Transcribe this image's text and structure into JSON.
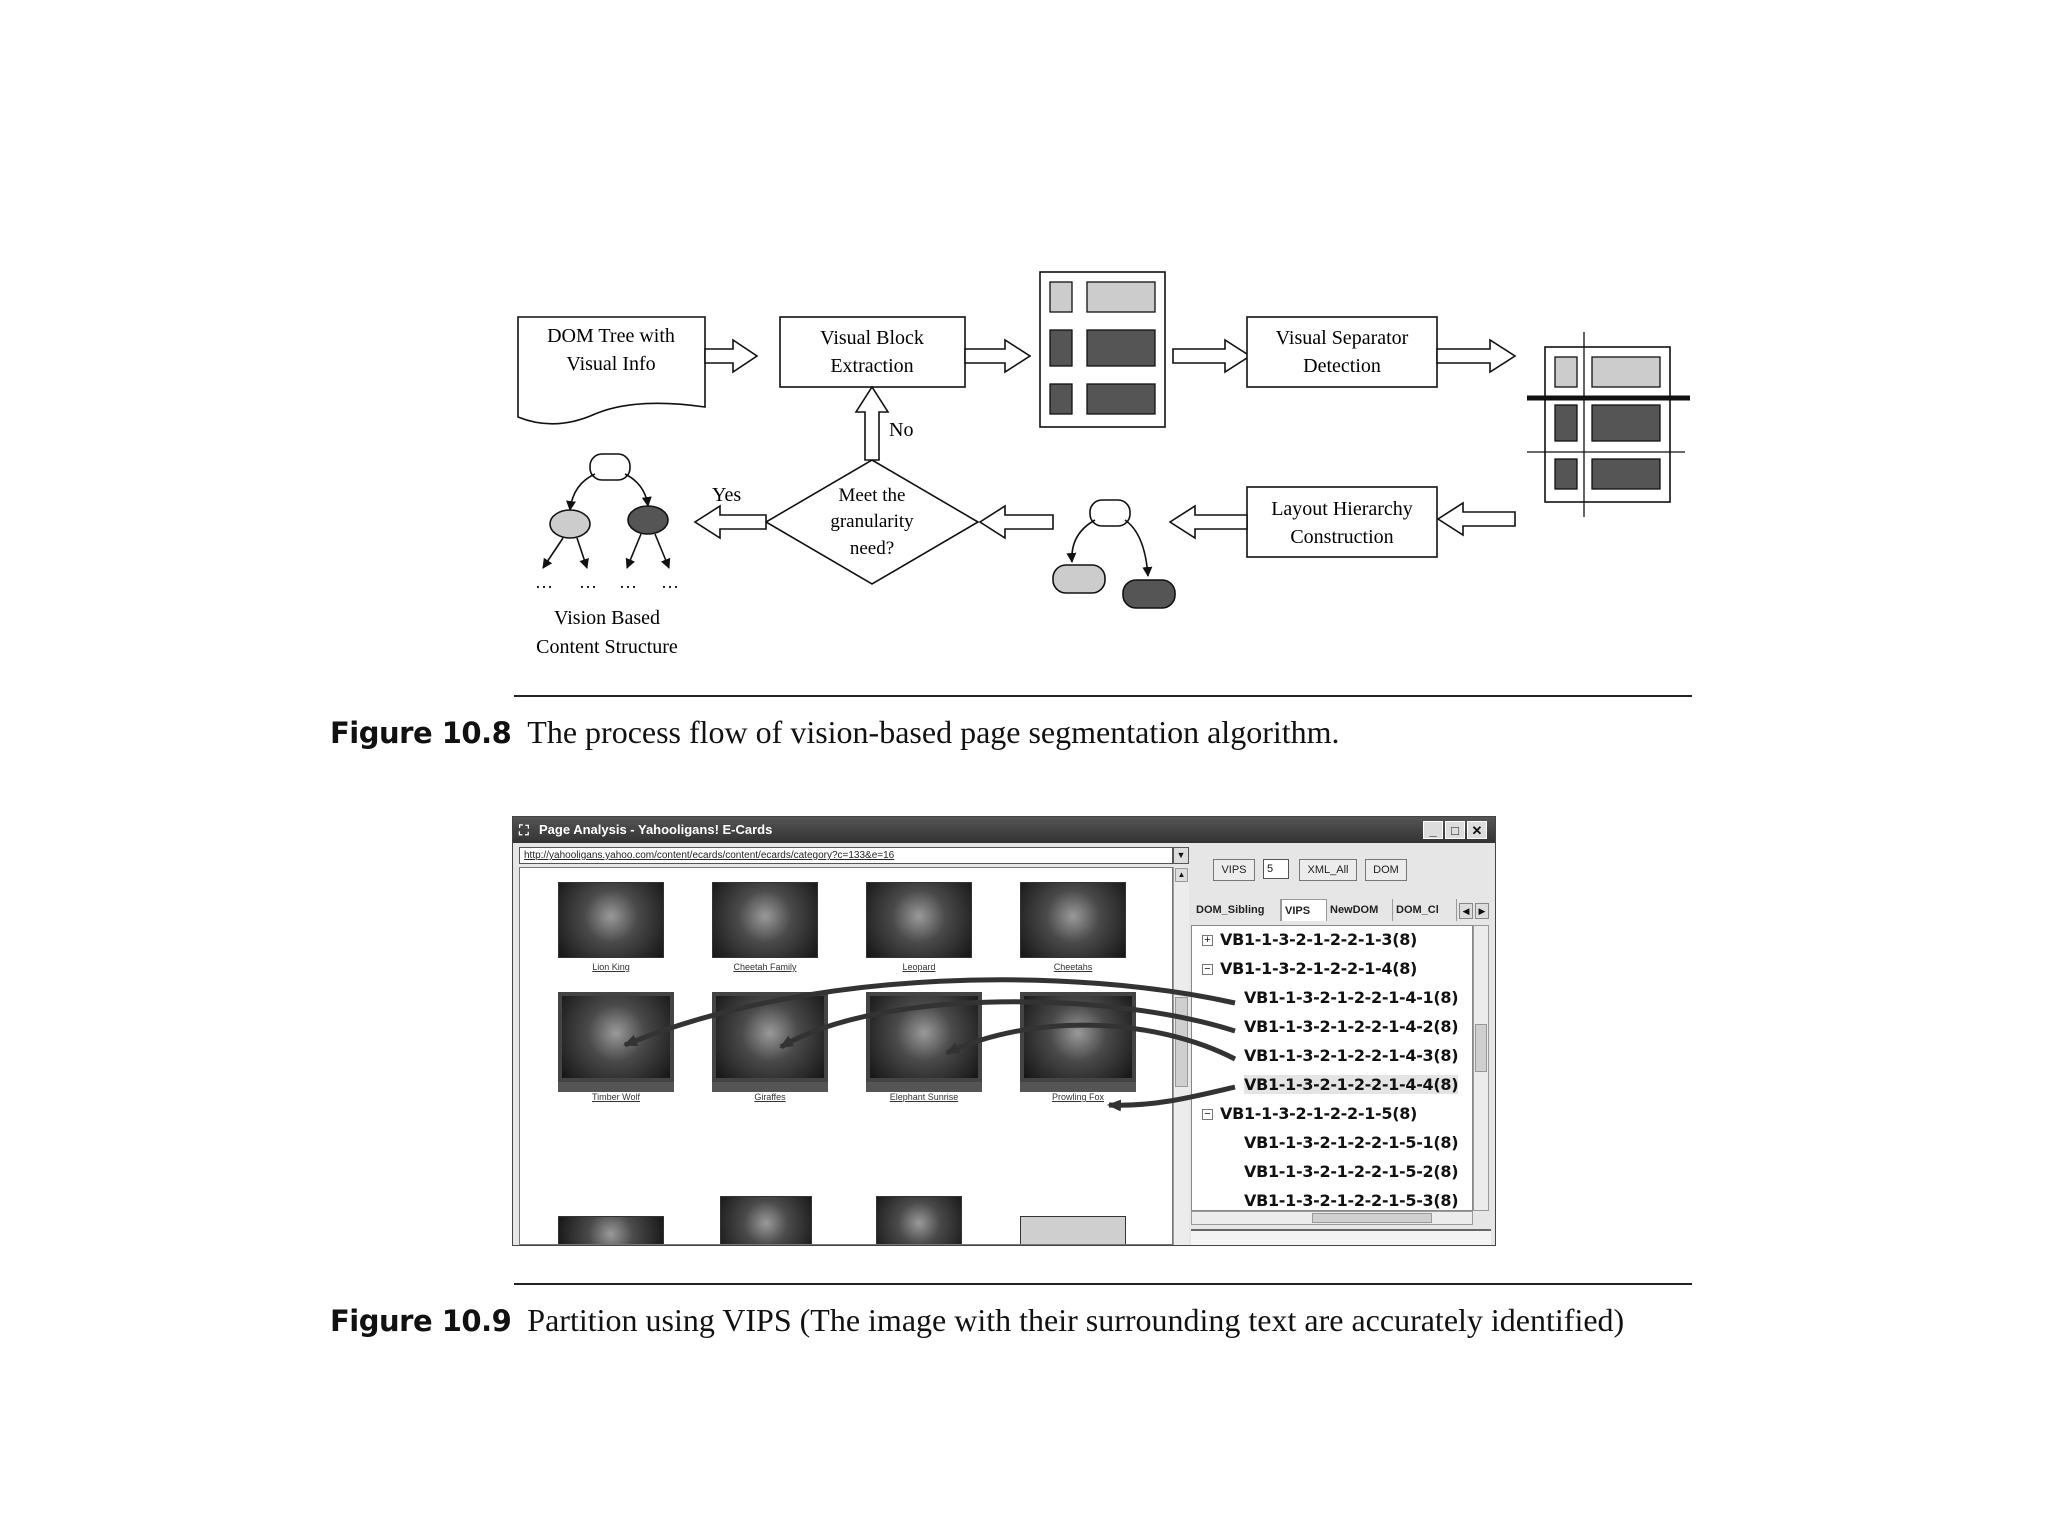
{
  "figure_10_8": {
    "nodes": {
      "dom_tree": [
        "DOM Tree with",
        "Visual Info"
      ],
      "visual_block_extraction": [
        "Visual Block",
        "Extraction"
      ],
      "visual_separator_detection": [
        "Visual Separator",
        "Detection"
      ],
      "layout_hierarchy_construction": [
        "Layout Hierarchy",
        "Construction"
      ],
      "granularity_decision": [
        "Meet the",
        "granularity",
        "need?"
      ],
      "vision_based_content_structure": [
        "Vision Based",
        "Content Structure"
      ]
    },
    "edge_labels": {
      "no": "No",
      "yes": "Yes"
    },
    "ellipsis": "…",
    "caption_label": "Figure 10.8",
    "caption_text": "The process flow of vision-based page segmentation algorithm."
  },
  "figure_10_9": {
    "window_title": "Page Analysis - Yahooligans! E-Cards",
    "window_buttons": {
      "minimize": "_",
      "maximize": "□",
      "close": "✕"
    },
    "url": "http://yahooligans.yahoo.com/content/ecards/content/ecards/category?c=133&e=16",
    "toolbar": {
      "vips_label": "VIPS",
      "vips_value": "5",
      "xml_all_label": "XML_All",
      "dom_label": "DOM"
    },
    "tabs": [
      "DOM_Sibling",
      "VIPS",
      "NewDOM",
      "DOM_Cl"
    ],
    "active_tab": "VIPS",
    "thumbnails_row1": [
      "Lion King",
      "Cheetah Family",
      "Leopard",
      "Cheetahs"
    ],
    "thumbnails_row2": [
      "Timber Wolf",
      "Giraffes",
      "Elephant Sunrise",
      "Prowling Fox"
    ],
    "tree": [
      {
        "label": "VB1-1-3-2-1-2-2-1-3(8)",
        "expander": "+",
        "level": 0
      },
      {
        "label": "VB1-1-3-2-1-2-2-1-4(8)",
        "expander": "−",
        "level": 0
      },
      {
        "label": "VB1-1-3-2-1-2-2-1-4-1(8)",
        "expander": "",
        "level": 1
      },
      {
        "label": "VB1-1-3-2-1-2-2-1-4-2(8)",
        "expander": "",
        "level": 1
      },
      {
        "label": "VB1-1-3-2-1-2-2-1-4-3(8)",
        "expander": "",
        "level": 1
      },
      {
        "label": "VB1-1-3-2-1-2-2-1-4-4(8)",
        "expander": "",
        "level": 1
      },
      {
        "label": "VB1-1-3-2-1-2-2-1-5(8)",
        "expander": "−",
        "level": 0
      },
      {
        "label": "VB1-1-3-2-1-2-2-1-5-1(8)",
        "expander": "",
        "level": 1
      },
      {
        "label": "VB1-1-3-2-1-2-2-1-5-2(8)",
        "expander": "",
        "level": 1
      },
      {
        "label": "VB1-1-3-2-1-2-2-1-5-3(8)",
        "expander": "",
        "level": 1
      }
    ],
    "caption_label": "Figure 10.9",
    "caption_text": "Partition using VIPS (The image with their surrounding text are accurately identified)"
  }
}
